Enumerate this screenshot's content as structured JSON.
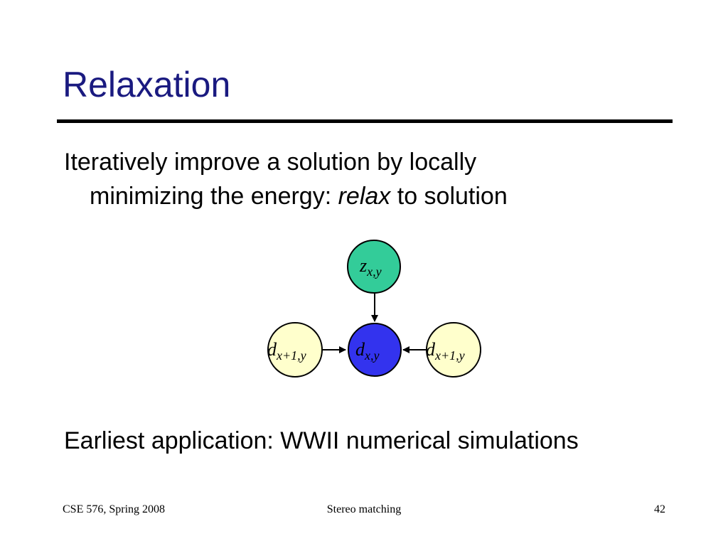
{
  "slide": {
    "title": "Relaxation",
    "bullet1": {
      "line1": "Iteratively improve a solution by locally",
      "line2_prefix": "minimizing the energy: ",
      "line2_emph": "relax",
      "line2_suffix": " to solution"
    },
    "bullet2": "Earliest application: WWII numerical simulations"
  },
  "diagram": {
    "top_node": {
      "main": "z",
      "sub": "x,y",
      "color": "#33cc99"
    },
    "center_node": {
      "main": "d",
      "sub": "x,y",
      "color": "#3333ee"
    },
    "left_node": {
      "main": "d",
      "sub": "x+1,y",
      "color": "#ffffcc"
    },
    "right_node": {
      "main": "d",
      "sub": "x+1,y",
      "color": "#ffffcc"
    }
  },
  "footer": {
    "left": "CSE 576, Spring 2008",
    "center": "Stereo matching",
    "right": "42"
  }
}
